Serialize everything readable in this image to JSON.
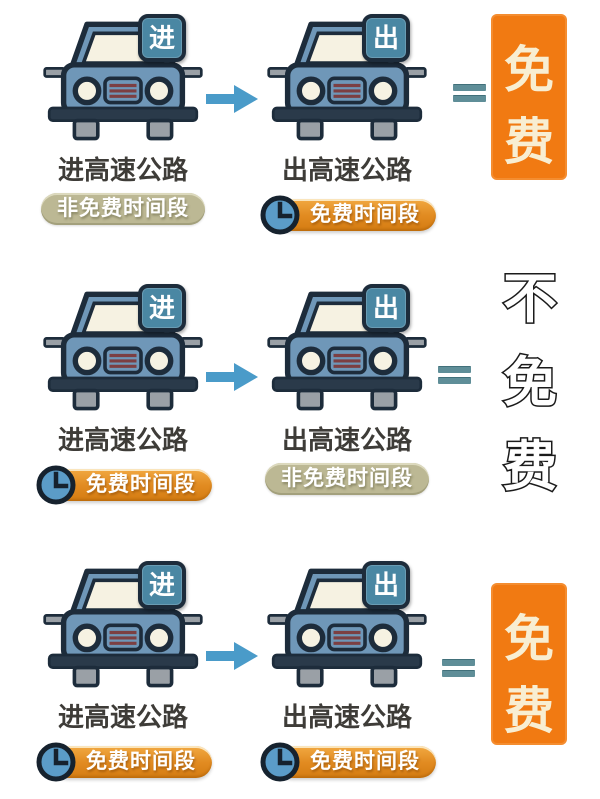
{
  "colors": {
    "car_body": "#6f97b8",
    "car_outline": "#1d2c3b",
    "windshield": "#f6f2e2",
    "grille_line": "#7c3f42",
    "wheel_gray": "#9aa0a6",
    "sign_badge_bg": "#4a87a3",
    "arrow_blue": "#4a9bc9",
    "equals_teal": "#5f8e98",
    "free_badge_orange": "#e28c22",
    "nonfree_badge_olive": "#bcb894",
    "free_box_orange": "#f17a12",
    "free_box_text": "#f8eed2",
    "clock_face_blue": "#5b9cc8"
  },
  "icons": {
    "clock": "clock-icon",
    "arrow": "arrow-right-icon",
    "equals": "equals-sign",
    "car": "car-icon"
  },
  "rows": [
    {
      "left": {
        "sign": "进",
        "label": "进高速公路",
        "badge": "非免费时间段",
        "badge_type": "nonfree",
        "has_clock": false
      },
      "right": {
        "sign": "出",
        "label": "出高速公路",
        "badge": "免费时间段",
        "badge_type": "free",
        "has_clock": true
      },
      "result": {
        "text": "免费",
        "chars": [
          "免",
          "费"
        ],
        "type": "free"
      }
    },
    {
      "left": {
        "sign": "进",
        "label": "进高速公路",
        "badge": "免费时间段",
        "badge_type": "free",
        "has_clock": true
      },
      "right": {
        "sign": "出",
        "label": "出高速公路",
        "badge": "非免费时间段",
        "badge_type": "nonfree",
        "has_clock": false
      },
      "result": {
        "text": "不免费",
        "chars": [
          "不",
          "免",
          "费"
        ],
        "type": "notfree"
      }
    },
    {
      "left": {
        "sign": "进",
        "label": "进高速公路",
        "badge": "免费时间段",
        "badge_type": "free",
        "has_clock": true
      },
      "right": {
        "sign": "出",
        "label": "出高速公路",
        "badge": "免费时间段",
        "badge_type": "free",
        "has_clock": true
      },
      "result": {
        "text": "免费",
        "chars": [
          "免",
          "费"
        ],
        "type": "free"
      }
    }
  ]
}
